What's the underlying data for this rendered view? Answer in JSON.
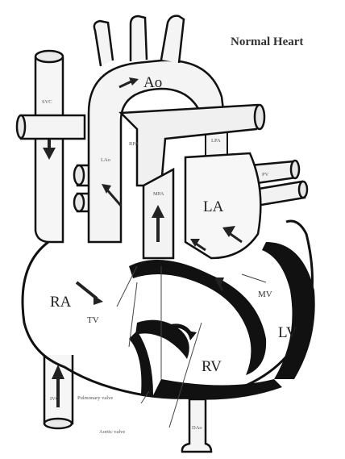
{
  "title": "Normal Heart",
  "labels": {
    "ao": "Ao",
    "la": "LA",
    "ra": "RA",
    "lv": "LV",
    "rv": "RV",
    "tv": "TV",
    "mv": "MV",
    "svc": "SVC",
    "ivc": "IVC",
    "mpa": "MPA",
    "rpa": "RPA",
    "lpa": "LPA",
    "lao": "LAo",
    "pv": "PV",
    "dao": "DAo",
    "pulmonary_valve": "Pulmonary valve",
    "aortic_valve": "Aortic valve"
  },
  "colors": {
    "ink": "#111111",
    "vessel": "#f4f4f4",
    "background": "#ffffff"
  }
}
